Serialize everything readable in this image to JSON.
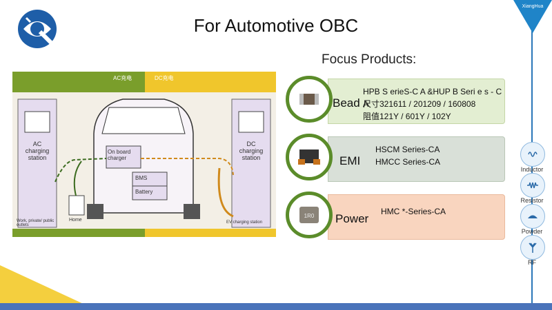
{
  "title": "For Automotive OBC",
  "focus_title": "Focus Products:",
  "brand": "XiangHua",
  "diagram": {
    "ac_header": "AC充电",
    "dc_header": "DC充电",
    "ac_station": "AC charging station",
    "dc_station": "DC charging station",
    "onboard": "On board charger",
    "bms": "BMS",
    "battery": "Battery",
    "home": "Home",
    "work": "Work, private/ public outlets",
    "ev": "EV charging station"
  },
  "products": [
    {
      "name": "Bead",
      "lines": [
        "HPB S erieS-C A &HUP B Seri e s - C A",
        "尺寸321611 / 201209 / 160808",
        "阻值121Y / 601Y / 102Y"
      ]
    },
    {
      "name": "EMI",
      "lines": [
        "HSCM  Series-CA",
        "HMCC Series-CA"
      ]
    },
    {
      "name": "Power",
      "lines": [
        "HMC *-Series-CA"
      ]
    }
  ],
  "sidebar": [
    {
      "label": "Inductor",
      "icon": "inductor-icon"
    },
    {
      "label": "Resistor",
      "icon": "resistor-icon"
    },
    {
      "label": "Powder",
      "icon": "powder-icon"
    },
    {
      "label": "RF",
      "icon": "rf-icon"
    }
  ],
  "colors": {
    "accent_blue": "#1f84c8",
    "green": "#5b8c2a",
    "ac_green": "#7a9e2b",
    "dc_yellow": "#f0c62c"
  }
}
